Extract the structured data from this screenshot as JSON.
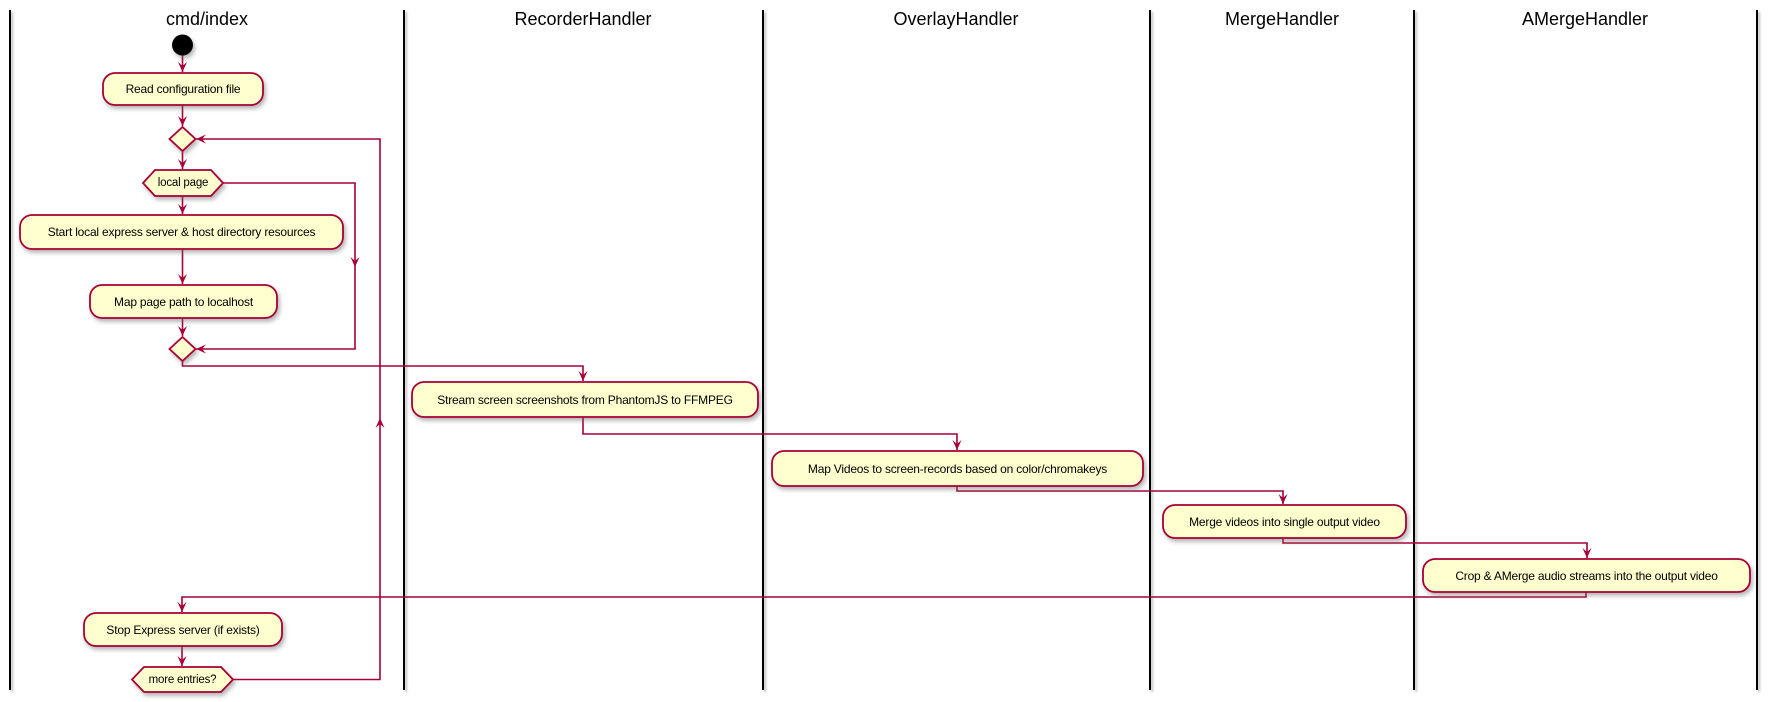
{
  "diagram": {
    "lanes": [
      {
        "label": "cmd/index"
      },
      {
        "label": "RecorderHandler"
      },
      {
        "label": "OverlayHandler"
      },
      {
        "label": "MergeHandler"
      },
      {
        "label": "AMergeHandler"
      }
    ],
    "nodes": {
      "read_config": "Read configuration file",
      "local_page": "local page",
      "start_server": "Start local express server & host directory resources",
      "map_page_path": "Map page path to localhost",
      "stream_screenshots": "Stream screen screenshots from PhantomJS to FFMPEG",
      "map_videos": "Map Videos to screen-records based on color/chromakeys",
      "merge_videos": "Merge videos into single output video",
      "crop_amerge": "Crop & AMerge audio streams into the output video",
      "stop_express": "Stop Express server (if exists)",
      "more_entries": "more entries?"
    },
    "colors": {
      "node_fill": "#fefece",
      "node_border": "#a80036",
      "edge": "#a80036",
      "lane_line": "#000000",
      "text": "#000000"
    }
  }
}
